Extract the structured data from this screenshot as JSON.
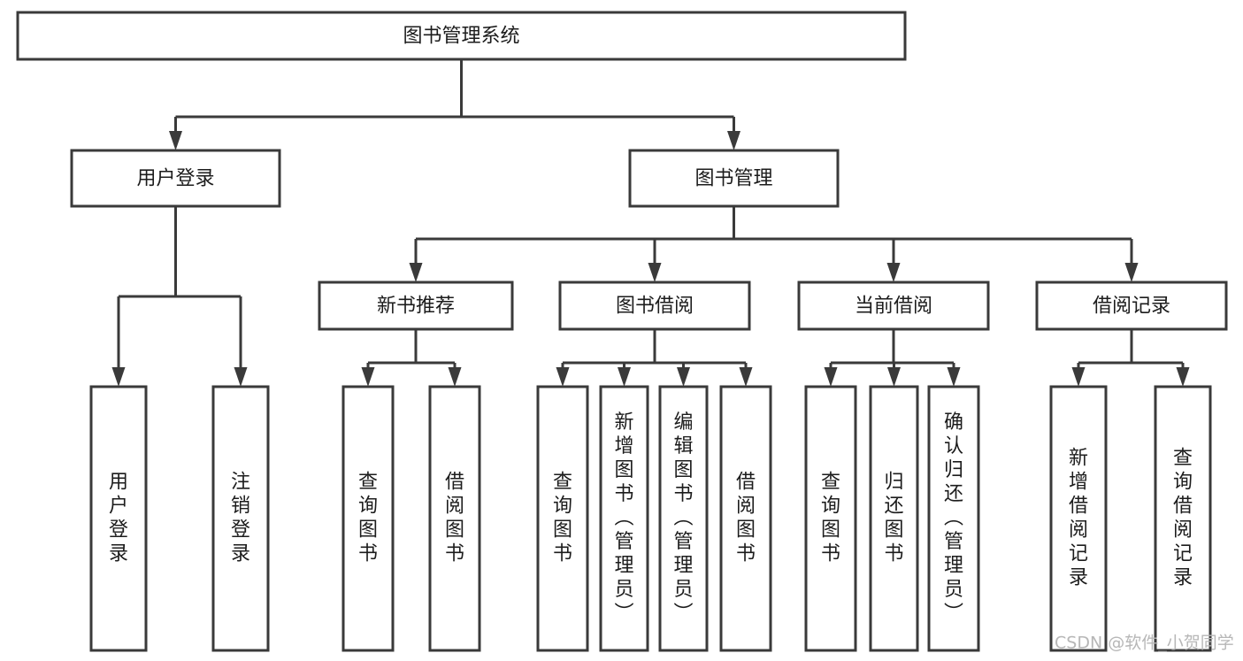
{
  "diagram": {
    "title": "图书管理系统",
    "type": "tree",
    "orientation": "top-down",
    "background_color": "#ffffff",
    "line_color": "#3a3a3a",
    "box_fill": "#ffffff",
    "text_color": "#1c1c1c",
    "root": {
      "id": "root",
      "label": "图书管理系统",
      "text_orientation": "horizontal"
    },
    "level1": [
      {
        "id": "user-login",
        "label": "用户登录",
        "text_orientation": "horizontal"
      },
      {
        "id": "book-manage",
        "label": "图书管理",
        "text_orientation": "horizontal"
      }
    ],
    "level2": [
      {
        "id": "new-book-recommend",
        "label": "新书推荐",
        "parent": "book-manage",
        "text_orientation": "horizontal"
      },
      {
        "id": "book-borrow",
        "label": "图书借阅",
        "parent": "book-manage",
        "text_orientation": "horizontal"
      },
      {
        "id": "current-borrow",
        "label": "当前借阅",
        "parent": "book-manage",
        "text_orientation": "horizontal"
      },
      {
        "id": "borrow-record",
        "label": "借阅记录",
        "parent": "book-manage",
        "text_orientation": "horizontal"
      }
    ],
    "leaves": [
      {
        "id": "leaf-user-login",
        "label": "用户登录",
        "parent": "user-login",
        "text_orientation": "vertical"
      },
      {
        "id": "leaf-user-logout",
        "label": "注销登录",
        "parent": "user-login",
        "text_orientation": "vertical"
      },
      {
        "id": "leaf-query-book-1",
        "label": "查询图书",
        "parent": "new-book-recommend",
        "text_orientation": "vertical"
      },
      {
        "id": "leaf-borrow-book-1",
        "label": "借阅图书",
        "parent": "new-book-recommend",
        "text_orientation": "vertical"
      },
      {
        "id": "leaf-query-book-2",
        "label": "查询图书",
        "parent": "book-borrow",
        "text_orientation": "vertical"
      },
      {
        "id": "leaf-add-book",
        "label": "新增图书（管理员）",
        "parent": "book-borrow",
        "text_orientation": "vertical"
      },
      {
        "id": "leaf-edit-book",
        "label": "编辑图书（管理员）",
        "parent": "book-borrow",
        "text_orientation": "vertical"
      },
      {
        "id": "leaf-borrow-book-2",
        "label": "借阅图书",
        "parent": "book-borrow",
        "text_orientation": "vertical"
      },
      {
        "id": "leaf-query-book-3",
        "label": "查询图书",
        "parent": "current-borrow",
        "text_orientation": "vertical"
      },
      {
        "id": "leaf-return-book",
        "label": "归还图书",
        "parent": "current-borrow",
        "text_orientation": "vertical"
      },
      {
        "id": "leaf-confirm-return",
        "label": "确认归还（管理员）",
        "parent": "current-borrow",
        "text_orientation": "vertical"
      },
      {
        "id": "leaf-add-record",
        "label": "新增借阅记录",
        "parent": "borrow-record",
        "text_orientation": "vertical"
      },
      {
        "id": "leaf-query-record",
        "label": "查询借阅记录",
        "parent": "borrow-record",
        "text_orientation": "vertical"
      }
    ]
  },
  "watermark": {
    "text": "CSDN @软件_小贺同学",
    "color": "#b7b7b7"
  }
}
